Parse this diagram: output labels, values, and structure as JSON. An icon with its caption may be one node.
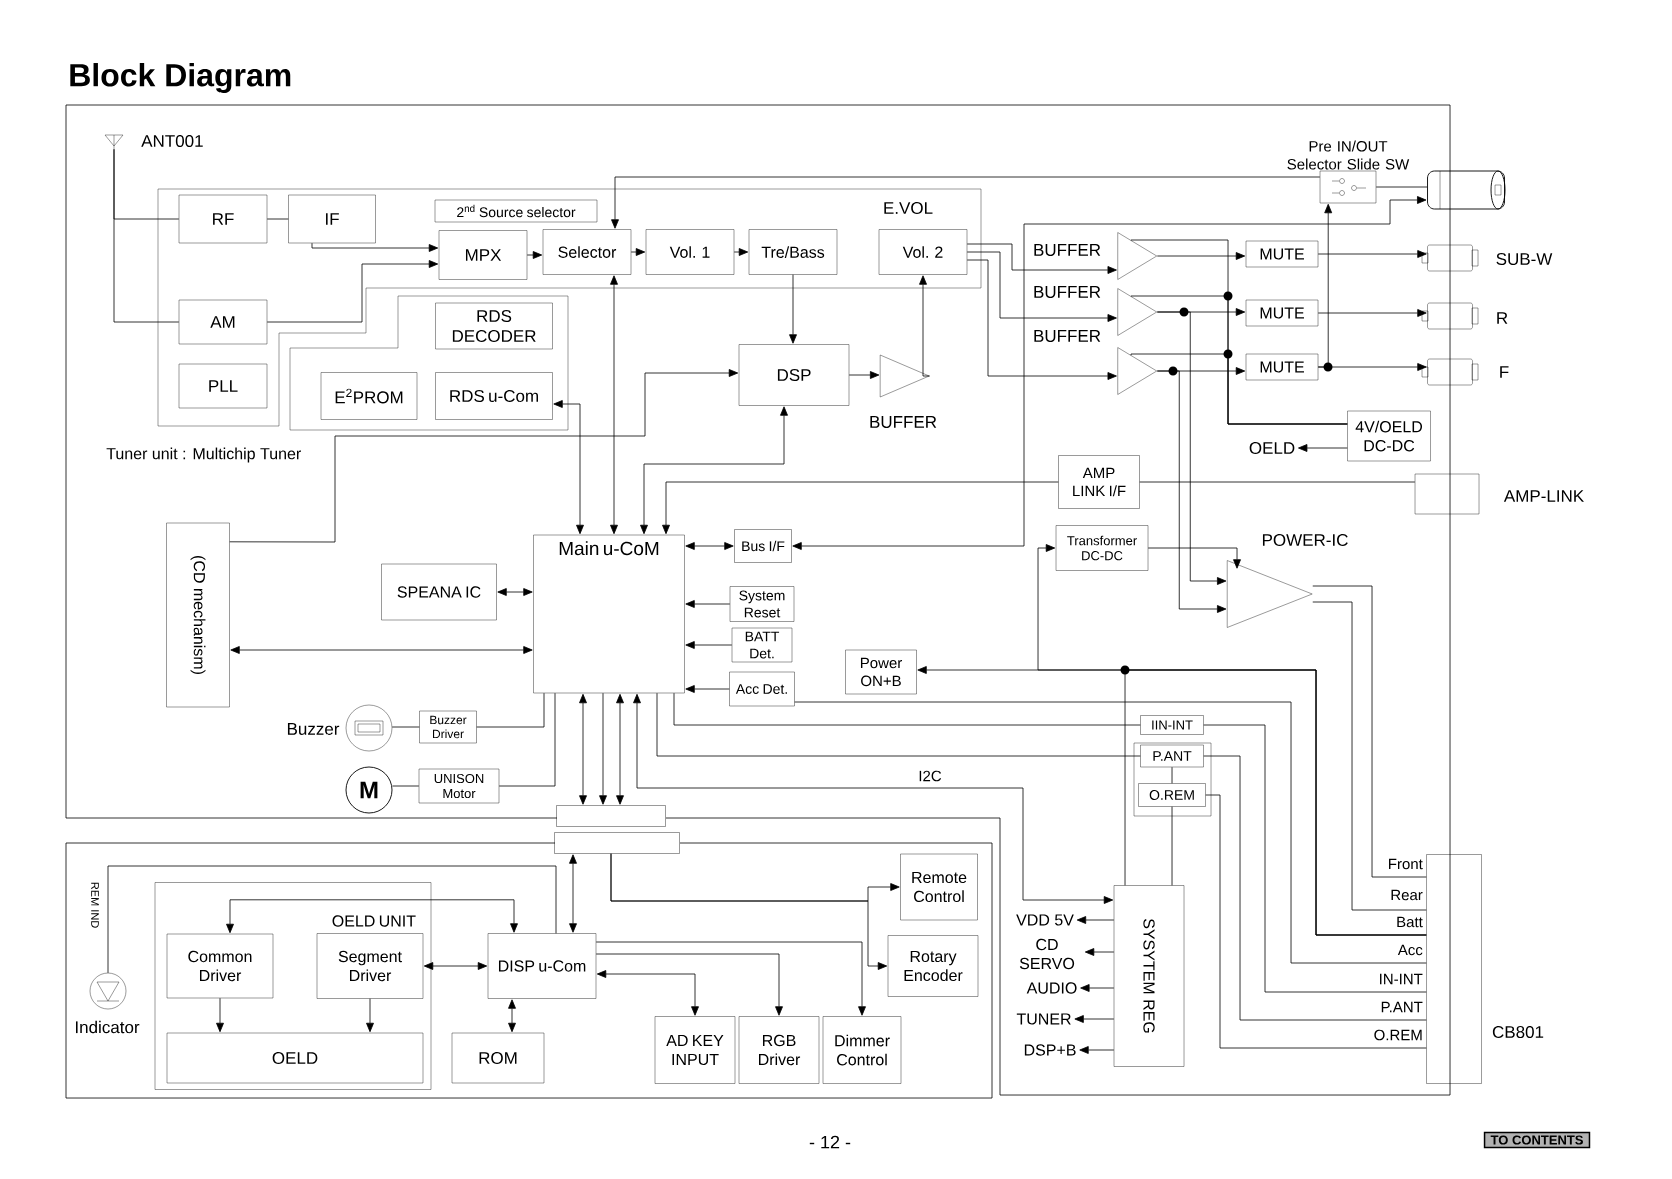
{
  "diagram": {
    "title": "Block Diagram",
    "nodes": [
      {
        "text": [],
        "shape": "antenna",
        "beside": [
          "ANT001"
        ]
      },
      {
        "text": [
          "RF"
        ],
        "in": 69
      },
      {
        "text": [
          "IF"
        ],
        "in": 69
      },
      {
        "text": [
          "2$^{nd}$ Source selector"
        ],
        "in": 69
      },
      {
        "text": [
          "MPX"
        ],
        "in": 69
      },
      {
        "text": [
          "Selector"
        ],
        "in": 69
      },
      {
        "text": [
          "Vol. 1"
        ],
        "in": 69
      },
      {
        "text": [
          "Tre/Bass"
        ],
        "in": 69
      },
      {
        "text": [
          "Vol. 2"
        ],
        "beside": [
          "E.VOL"
        ],
        "in": 69
      },
      {
        "text": [
          "AM"
        ],
        "in": 69
      },
      {
        "text": [
          "PLL"
        ],
        "in": 69
      },
      {
        "text": [
          "RDS DECODER"
        ]
      },
      {
        "text": [
          "E$^{2}$PROM"
        ]
      },
      {
        "text": [
          "RDS u-Com"
        ]
      },
      {
        "text": [
          "DSP"
        ]
      },
      {
        "text": [],
        "shape": "triangle",
        "beside": [
          "BUFFER"
        ]
      },
      {
        "text": [],
        "shape": "triangle",
        "beside": [
          "BUFFER"
        ]
      },
      {
        "text": [],
        "shape": "triangle",
        "beside": [
          "BUFFER"
        ]
      },
      {
        "text": [],
        "shape": "triangle",
        "beside": [
          "BUFFER"
        ]
      },
      {
        "text": [
          "MUTE"
        ]
      },
      {
        "text": [
          "MUTE"
        ]
      },
      {
        "text": [
          "MUTE"
        ]
      },
      {
        "text": [
          "Pre IN/OUT Selector Slide SW"
        ]
      },
      {
        "text": [],
        "shape": "connector"
      },
      {
        "text": [],
        "shape": "jack",
        "beside": [
          "SUB-W"
        ]
      },
      {
        "text": [],
        "shape": "jack",
        "beside": [
          "R"
        ]
      },
      {
        "text": [],
        "shape": "jack",
        "beside": [
          "F"
        ]
      },
      {
        "text": [
          "4V/OELD DC-DC"
        ]
      },
      {
        "text": [
          "OELD"
        ]
      },
      {
        "text": [
          "AMP LINK I/F"
        ]
      },
      {
        "text": [],
        "shape": "box",
        "beside": [
          "AMP-LINK"
        ]
      },
      {
        "text": [
          "(CD mechanism)"
        ]
      },
      {
        "text": [
          "Main u-CoM"
        ]
      },
      {
        "text": [
          "Bus I/F"
        ]
      },
      {
        "text": [
          "SPEANA IC"
        ]
      },
      {
        "text": [
          "System Reset"
        ]
      },
      {
        "text": [
          "BATT Det."
        ]
      },
      {
        "text": [
          "Acc Det."
        ]
      },
      {
        "text": [
          "Power ON+B"
        ]
      },
      {
        "text": [
          "Transformer DC-DC"
        ]
      },
      {
        "text": [],
        "shape": "triangle",
        "beside": [
          "POWER-IC"
        ]
      },
      {
        "text": [],
        "shape": "circle",
        "beside": [
          "Buzzer"
        ]
      },
      {
        "text": [
          "Buzzer Driver"
        ]
      },
      {
        "text": [
          "M"
        ]
      },
      {
        "text": [
          "UNISON Motor"
        ]
      },
      {
        "text": [
          "IIN-INT"
        ]
      },
      {
        "text": [
          "P.ANT"
        ]
      },
      {
        "text": [
          "O.REM"
        ]
      },
      {
        "text": [
          "SYSYTEM REG"
        ]
      },
      {
        "text": [],
        "shape": "box",
        "beside": [
          "CB801"
        ]
      },
      {
        "text": [
          "VDD 5V"
        ]
      },
      {
        "text": [
          "CD SERVO"
        ]
      },
      {
        "text": [
          "AUDIO"
        ]
      },
      {
        "text": [
          "TUNER"
        ]
      },
      {
        "text": [
          "DSP+B"
        ]
      },
      {
        "text": [],
        "shape": "box"
      },
      {
        "text": [],
        "shape": "box"
      },
      {
        "text": [
          "Remote Control"
        ]
      },
      {
        "text": [
          "Rotary Encoder"
        ]
      },
      {
        "text": [],
        "shape": "circle",
        "beside": [
          "Indicator"
        ]
      },
      {
        "text": [
          "OELD UNIT"
        ]
      },
      {
        "text": [
          "Common Driver"
        ],
        "in": 60
      },
      {
        "text": [
          "Segment Driver"
        ],
        "in": 60
      },
      {
        "text": [
          "OELD"
        ],
        "in": 60
      },
      {
        "text": [
          "DISP u-Com"
        ]
      },
      {
        "text": [
          "ROM"
        ]
      },
      {
        "text": [
          "AD KEY INPUT"
        ]
      },
      {
        "text": [
          "RGB Driver"
        ]
      },
      {
        "text": [
          "Dimmer Control"
        ]
      },
      {
        "text": [
          "Tuner unit : Multichip Tuner"
        ]
      }
    ],
    "edges": [
      {
        "from": 0,
        "to": 1,
        "arrow": "none"
      },
      {
        "from": 0,
        "to": 9,
        "arrow": "none"
      },
      {
        "from": 1,
        "to": 2,
        "arrow": "none"
      },
      {
        "from": 2,
        "to": 4,
        "arrow": "to"
      },
      {
        "from": 9,
        "to": 4,
        "arrow": "to"
      },
      {
        "from": 4,
        "to": 5,
        "arrow": "to"
      },
      {
        "from": 5,
        "to": 6,
        "arrow": "to"
      },
      {
        "from": 6,
        "to": 7,
        "arrow": "to"
      },
      {
        "from": 7,
        "to": 14,
        "arrow": "to"
      },
      {
        "from": 14,
        "to": 15,
        "arrow": "to"
      },
      {
        "from": 15,
        "to": 8,
        "arrow": "to"
      },
      {
        "from": 8,
        "to": 16,
        "arrow": "to"
      },
      {
        "from": 8,
        "to": 17,
        "arrow": "to"
      },
      {
        "from": 8,
        "to": 18,
        "arrow": "to"
      },
      {
        "from": 16,
        "to": 19,
        "arrow": "to"
      },
      {
        "from": 17,
        "to": 20,
        "arrow": "to"
      },
      {
        "from": 18,
        "to": 21,
        "arrow": "to"
      },
      {
        "from": 19,
        "to": 24,
        "arrow": "to"
      },
      {
        "from": 20,
        "to": 25,
        "arrow": "to"
      },
      {
        "from": 21,
        "to": 26,
        "arrow": "to"
      },
      {
        "from": 21,
        "to": 22,
        "arrow": "to"
      },
      {
        "from": 22,
        "to": 23,
        "arrow": "none"
      },
      {
        "from": 22,
        "to": 5,
        "arrow": "to"
      },
      {
        "from": 33,
        "to": 23,
        "arrow": "both"
      },
      {
        "from": 32,
        "to": 33,
        "arrow": "both"
      },
      {
        "from": 34,
        "to": 32,
        "arrow": "both"
      },
      {
        "from": 31,
        "to": 32,
        "arrow": "both"
      },
      {
        "from": 35,
        "to": 32,
        "arrow": "to"
      },
      {
        "from": 36,
        "to": 32,
        "arrow": "to"
      },
      {
        "from": 37,
        "to": 32,
        "arrow": "to"
      },
      {
        "from": 13,
        "to": 32,
        "arrow": "both"
      },
      {
        "from": 5,
        "to": 32,
        "arrow": "both"
      },
      {
        "from": 14,
        "to": 32,
        "arrow": "both"
      },
      {
        "from": 31,
        "to": 14,
        "arrow": "to"
      },
      {
        "from": 29,
        "to": 32,
        "arrow": "to"
      },
      {
        "from": 29,
        "to": 30,
        "arrow": "none"
      },
      {
        "from": 27,
        "to": 28,
        "arrow": "to"
      },
      {
        "from": 27,
        "to": 16,
        "arrow": "none"
      },
      {
        "from": 27,
        "to": 17,
        "arrow": "none"
      },
      {
        "from": 27,
        "to": 18,
        "arrow": "none"
      },
      {
        "from": 17,
        "to": 40,
        "arrow": "to"
      },
      {
        "from": 18,
        "to": 40,
        "arrow": "to"
      },
      {
        "from": 39,
        "to": 40,
        "arrow": "to"
      },
      {
        "from": 40,
        "to": 49,
        "arrow": "none"
      },
      {
        "from": 40,
        "to": 49,
        "arrow": "none"
      },
      {
        "from": 49,
        "to": 38,
        "arrow": "to"
      },
      {
        "from": 49,
        "to": 39,
        "arrow": "to"
      },
      {
        "from": 49,
        "to": 48,
        "arrow": "none"
      },
      {
        "from": 49,
        "to": 37,
        "arrow": "none"
      },
      {
        "from": 49,
        "to": 45,
        "arrow": "none"
      },
      {
        "from": 32,
        "to": 45,
        "arrow": "none"
      },
      {
        "from": 49,
        "to": 46,
        "arrow": "none"
      },
      {
        "from": 32,
        "to": 46,
        "arrow": "none"
      },
      {
        "from": 46,
        "to": 47,
        "arrow": "none"
      },
      {
        "from": 49,
        "to": 47,
        "arrow": "none"
      },
      {
        "from": 47,
        "to": 48,
        "arrow": "none"
      },
      {
        "from": 32,
        "to": 48,
        "arrow": "both",
        "label": "I2C"
      },
      {
        "from": 48,
        "to": 50,
        "arrow": "to"
      },
      {
        "from": 48,
        "to": 51,
        "arrow": "to"
      },
      {
        "from": 48,
        "to": 52,
        "arrow": "to"
      },
      {
        "from": 48,
        "to": 53,
        "arrow": "to"
      },
      {
        "from": 48,
        "to": 54,
        "arrow": "to"
      },
      {
        "from": 42,
        "to": 41,
        "arrow": "none"
      },
      {
        "from": 42,
        "to": 32,
        "arrow": "none"
      },
      {
        "from": 44,
        "to": 43,
        "arrow": "none"
      },
      {
        "from": 44,
        "to": 32,
        "arrow": "none"
      },
      {
        "from": 32,
        "to": 55,
        "arrow": "both"
      },
      {
        "from": 32,
        "to": 55,
        "arrow": "to"
      },
      {
        "from": 32,
        "to": 55,
        "arrow": "both"
      },
      {
        "from": 56,
        "to": 64,
        "arrow": "both"
      },
      {
        "from": 56,
        "to": 57,
        "arrow": "to"
      },
      {
        "from": 56,
        "to": 58,
        "arrow": "to"
      },
      {
        "from": 61,
        "to": 64,
        "arrow": "both"
      },
      {
        "from": 62,
        "to": 64,
        "arrow": "both"
      },
      {
        "from": 61,
        "to": 63,
        "arrow": "to"
      },
      {
        "from": 62,
        "to": 63,
        "arrow": "to"
      },
      {
        "from": 64,
        "to": 65,
        "arrow": "both"
      },
      {
        "from": 64,
        "to": 66,
        "arrow": "both"
      },
      {
        "from": 64,
        "to": 67,
        "arrow": "to"
      },
      {
        "from": 64,
        "to": 68,
        "arrow": "to"
      },
      {
        "from": 59,
        "to": 64,
        "arrow": "none",
        "label": "REM IND"
      }
    ],
    "labels": [
      "Front",
      "Rear",
      "Batt",
      "Acc",
      "IN-INT",
      "P.ANT",
      "O.REM",
      "- 12 -",
      "TO CONTENTS"
    ]
  }
}
